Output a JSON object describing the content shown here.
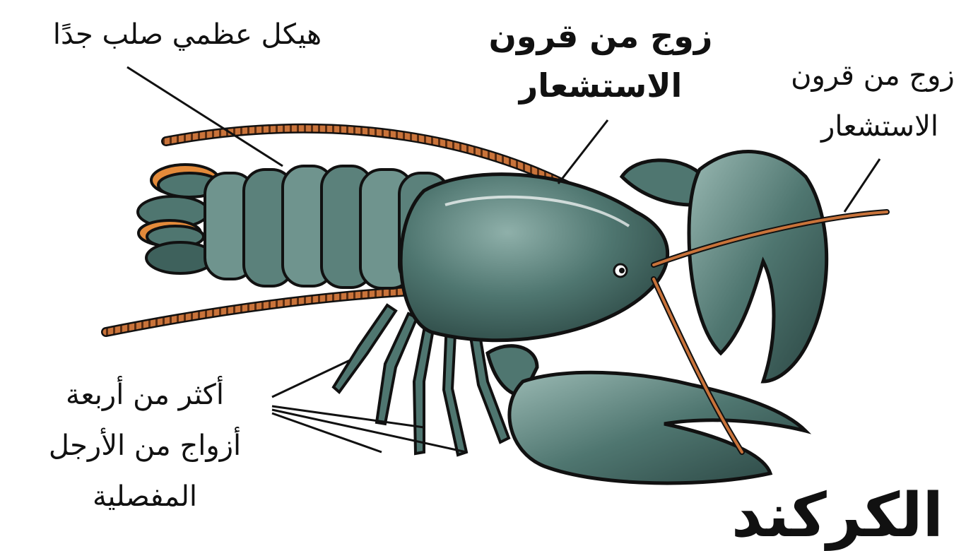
{
  "labels": {
    "exoskeleton": "هيكل عظمي صلب جدًا",
    "antennae_bold_line1": "زوج من قرون",
    "antennae_bold_line2": "الاستشعار",
    "antennae_right_line1": "زوج من قرون",
    "antennae_right_line2": "الاستشعار",
    "legs_line1": "أكثر من أربعة",
    "legs_line2": "أزواج من الأرجل",
    "legs_line3": "المفصلية",
    "title": "الكركند"
  },
  "colors": {
    "body": "#4f7670",
    "body_dark": "#2f4c48",
    "body_light": "#8fb0aa",
    "antenna": "#c9733a",
    "tail_accent": "#e38a3a",
    "outline": "#111111"
  },
  "icons": {
    "illustration": "lobster-illustration"
  }
}
